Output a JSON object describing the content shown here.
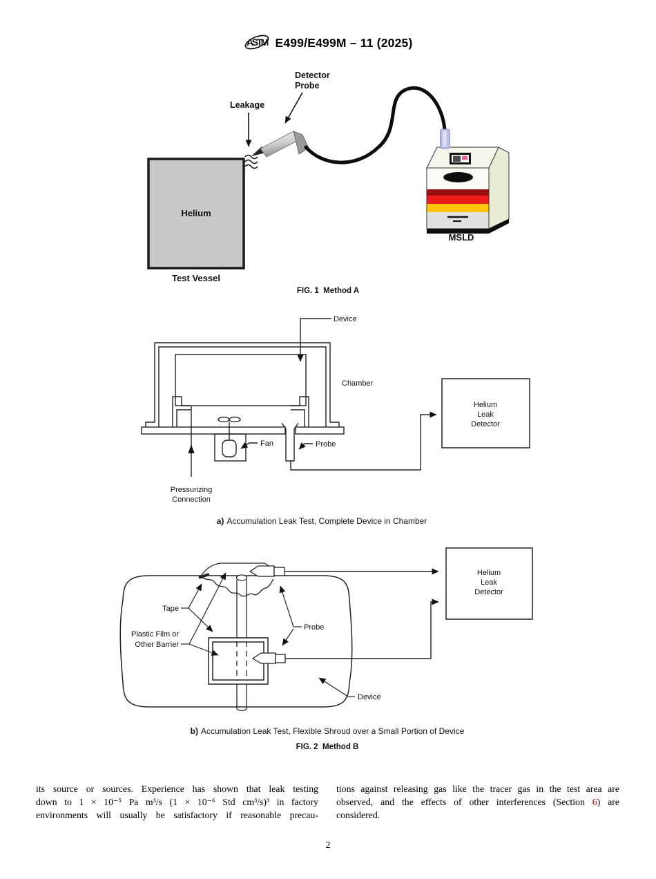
{
  "header": {
    "logo_text": "ASTM",
    "title": "E499/E499M – 11 (2025)"
  },
  "fig1": {
    "detector_probe_line1": "Detector",
    "detector_probe_line2": "Probe",
    "leakage": "Leakage",
    "helium": "Helium",
    "test_vessel": "Test Vessel",
    "msld": "MSLD",
    "caption": "FIG. 1  Method A"
  },
  "fig2a": {
    "device": "Device",
    "chamber": "Chamber",
    "fan": "Fan",
    "probe": "Probe",
    "pressurizing_line1": "Pressurizing",
    "pressurizing_line2": "Connection",
    "detector_line1": "Helium",
    "detector_line2": "Leak",
    "detector_line3": "Detector",
    "caption_label": "a)",
    "caption_text": "Accumulation Leak Test, Complete Device in Chamber"
  },
  "fig2b": {
    "tape": "Tape",
    "film_line1": "Plastic Film or",
    "film_line2": "Other Barrier",
    "probe": "Probe",
    "device": "Device",
    "detector_line1": "Helium",
    "detector_line2": "Leak",
    "detector_line3": "Detector",
    "caption_label": "b)",
    "caption_text": "Accumulation Leak Test, Flexible Shroud over a Small Portion of Device",
    "fig_caption": "FIG. 2  Method B"
  },
  "body_text": {
    "left_col": {
      "line1": "its source or sources. Experience has shown that leak testing",
      "line2": "down to 1 × 10⁻⁵ Pa m³/s (1 × 10⁻⁶ Std cm³/s)³ in factory",
      "line3": "environments will usually be satisfactory if reasonable precau-"
    },
    "right_col": {
      "line1": "tions against releasing gas like the tracer gas in the test area are",
      "line2_pre": "observed, and the effects of other interferences (Section ",
      "line2_section": "6",
      "line2_post": ") are",
      "line3": "considered."
    }
  },
  "footer": {
    "page_number": "2"
  },
  "colors": {
    "vessel_gray": "#c9c9c9",
    "msld_front": "#fcfcf6",
    "msld_side": "#e9edd6",
    "msld_top": "#f6f6ec",
    "msld_bottom": "#e0e0e0",
    "stripe_dark_red": "#990f0f",
    "stripe_red": "#ee1c1c",
    "stripe_yellow": "#fcc70d",
    "display_pink": "#ee6591",
    "display_dark": "#4a4a4a",
    "connector_lavender": "#bcc1ea",
    "section_link_red": "#cc0000"
  }
}
